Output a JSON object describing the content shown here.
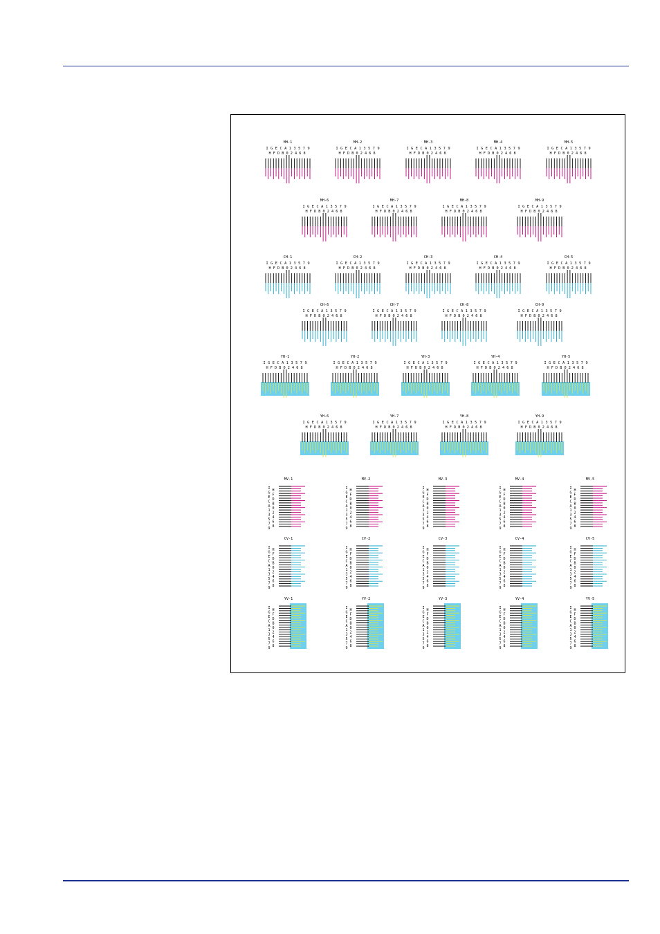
{
  "colors": {
    "rule": "#1a2f8f",
    "black": "#000000",
    "magenta": "#c0007a",
    "cyan": "#19a8c8",
    "cyan_fill": "#6fd0ee",
    "yellow": "#d7e34a"
  },
  "scale": {
    "top_letters": [
      "I",
      "G",
      "E",
      "C",
      "A",
      "1",
      "3",
      "5",
      "7",
      "9"
    ],
    "bottom_letters": [
      "H",
      "F",
      "D",
      "B",
      "0",
      "2",
      "4",
      "6",
      "8"
    ],
    "vertical_left": [
      "I",
      "G",
      "E",
      "C",
      "A",
      "1",
      "3",
      "5",
      "7",
      "9"
    ],
    "vertical_right": [
      "H",
      "F",
      "D",
      "B",
      "0",
      "2",
      "4",
      "6",
      "8"
    ]
  },
  "groups": {
    "mh": {
      "row1": [
        "MH-1",
        "MH-2",
        "MH-3",
        "MH-4",
        "MH-5"
      ],
      "row2": [
        "MH-6",
        "MH-7",
        "MH-8",
        "MH-9"
      ]
    },
    "ch": {
      "row1": [
        "CH-1",
        "CH-2",
        "CH-3",
        "CH-4",
        "CH-5"
      ],
      "row2": [
        "CH-6",
        "CH-7",
        "CH-8",
        "CH-9"
      ]
    },
    "yh": {
      "row1": [
        "YH-1",
        "YH-2",
        "YH-3",
        "YH-4",
        "YH-5"
      ],
      "row2": [
        "YH-6",
        "YH-7",
        "YH-8",
        "YH-9"
      ]
    },
    "mv": [
      "MV-1",
      "MV-2",
      "MV-3",
      "MV-4",
      "MV-5"
    ],
    "cv": [
      "CV-1",
      "CV-2",
      "CV-3",
      "CV-4",
      "CV-5"
    ],
    "yv": [
      "YV-1",
      "YV-2",
      "YV-3",
      "YV-4",
      "YV-5"
    ]
  }
}
